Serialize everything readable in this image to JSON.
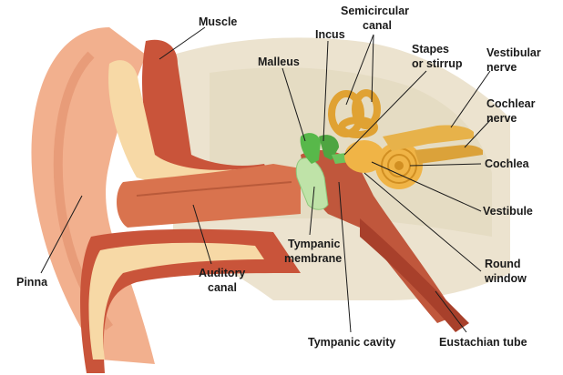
{
  "labels": {
    "muscle": "Muscle",
    "incus": "Incus",
    "semicircular_1": "Semicircular",
    "semicircular_2": "canal",
    "malleus": "Malleus",
    "stapes_1": "Stapes",
    "stapes_2": "or stirrup",
    "vestibular_1": "Vestibular",
    "vestibular_2": "nerve",
    "cochlear_1": "Cochlear",
    "cochlear_2": "nerve",
    "cochlea": "Cochlea",
    "vestibule": "Vestibule",
    "pinna": "Pinna",
    "tympanic_membrane_1": "Tympanic",
    "tympanic_membrane_2": "membrane",
    "auditory_1": "Auditory",
    "auditory_2": "canal",
    "round_1": "Round",
    "round_2": "window",
    "tympanic_cavity": "Tympanic cavity",
    "eustachian": "Eustachian tube"
  },
  "colors": {
    "skin": "#f2b08e",
    "skin_dark": "#e08d68",
    "cartilage": "#f7d9a6",
    "bone": "#ece3cf",
    "bone_shade": "#d9ccb0",
    "muscle": "#c9543a",
    "muscle_dark": "#a8402b",
    "canal": "#d9734e",
    "ossicle_green": "#58b84a",
    "membrane": "#bfe3a8",
    "cochlea": "#f0b446",
    "nerve": "#e7b24a"
  }
}
